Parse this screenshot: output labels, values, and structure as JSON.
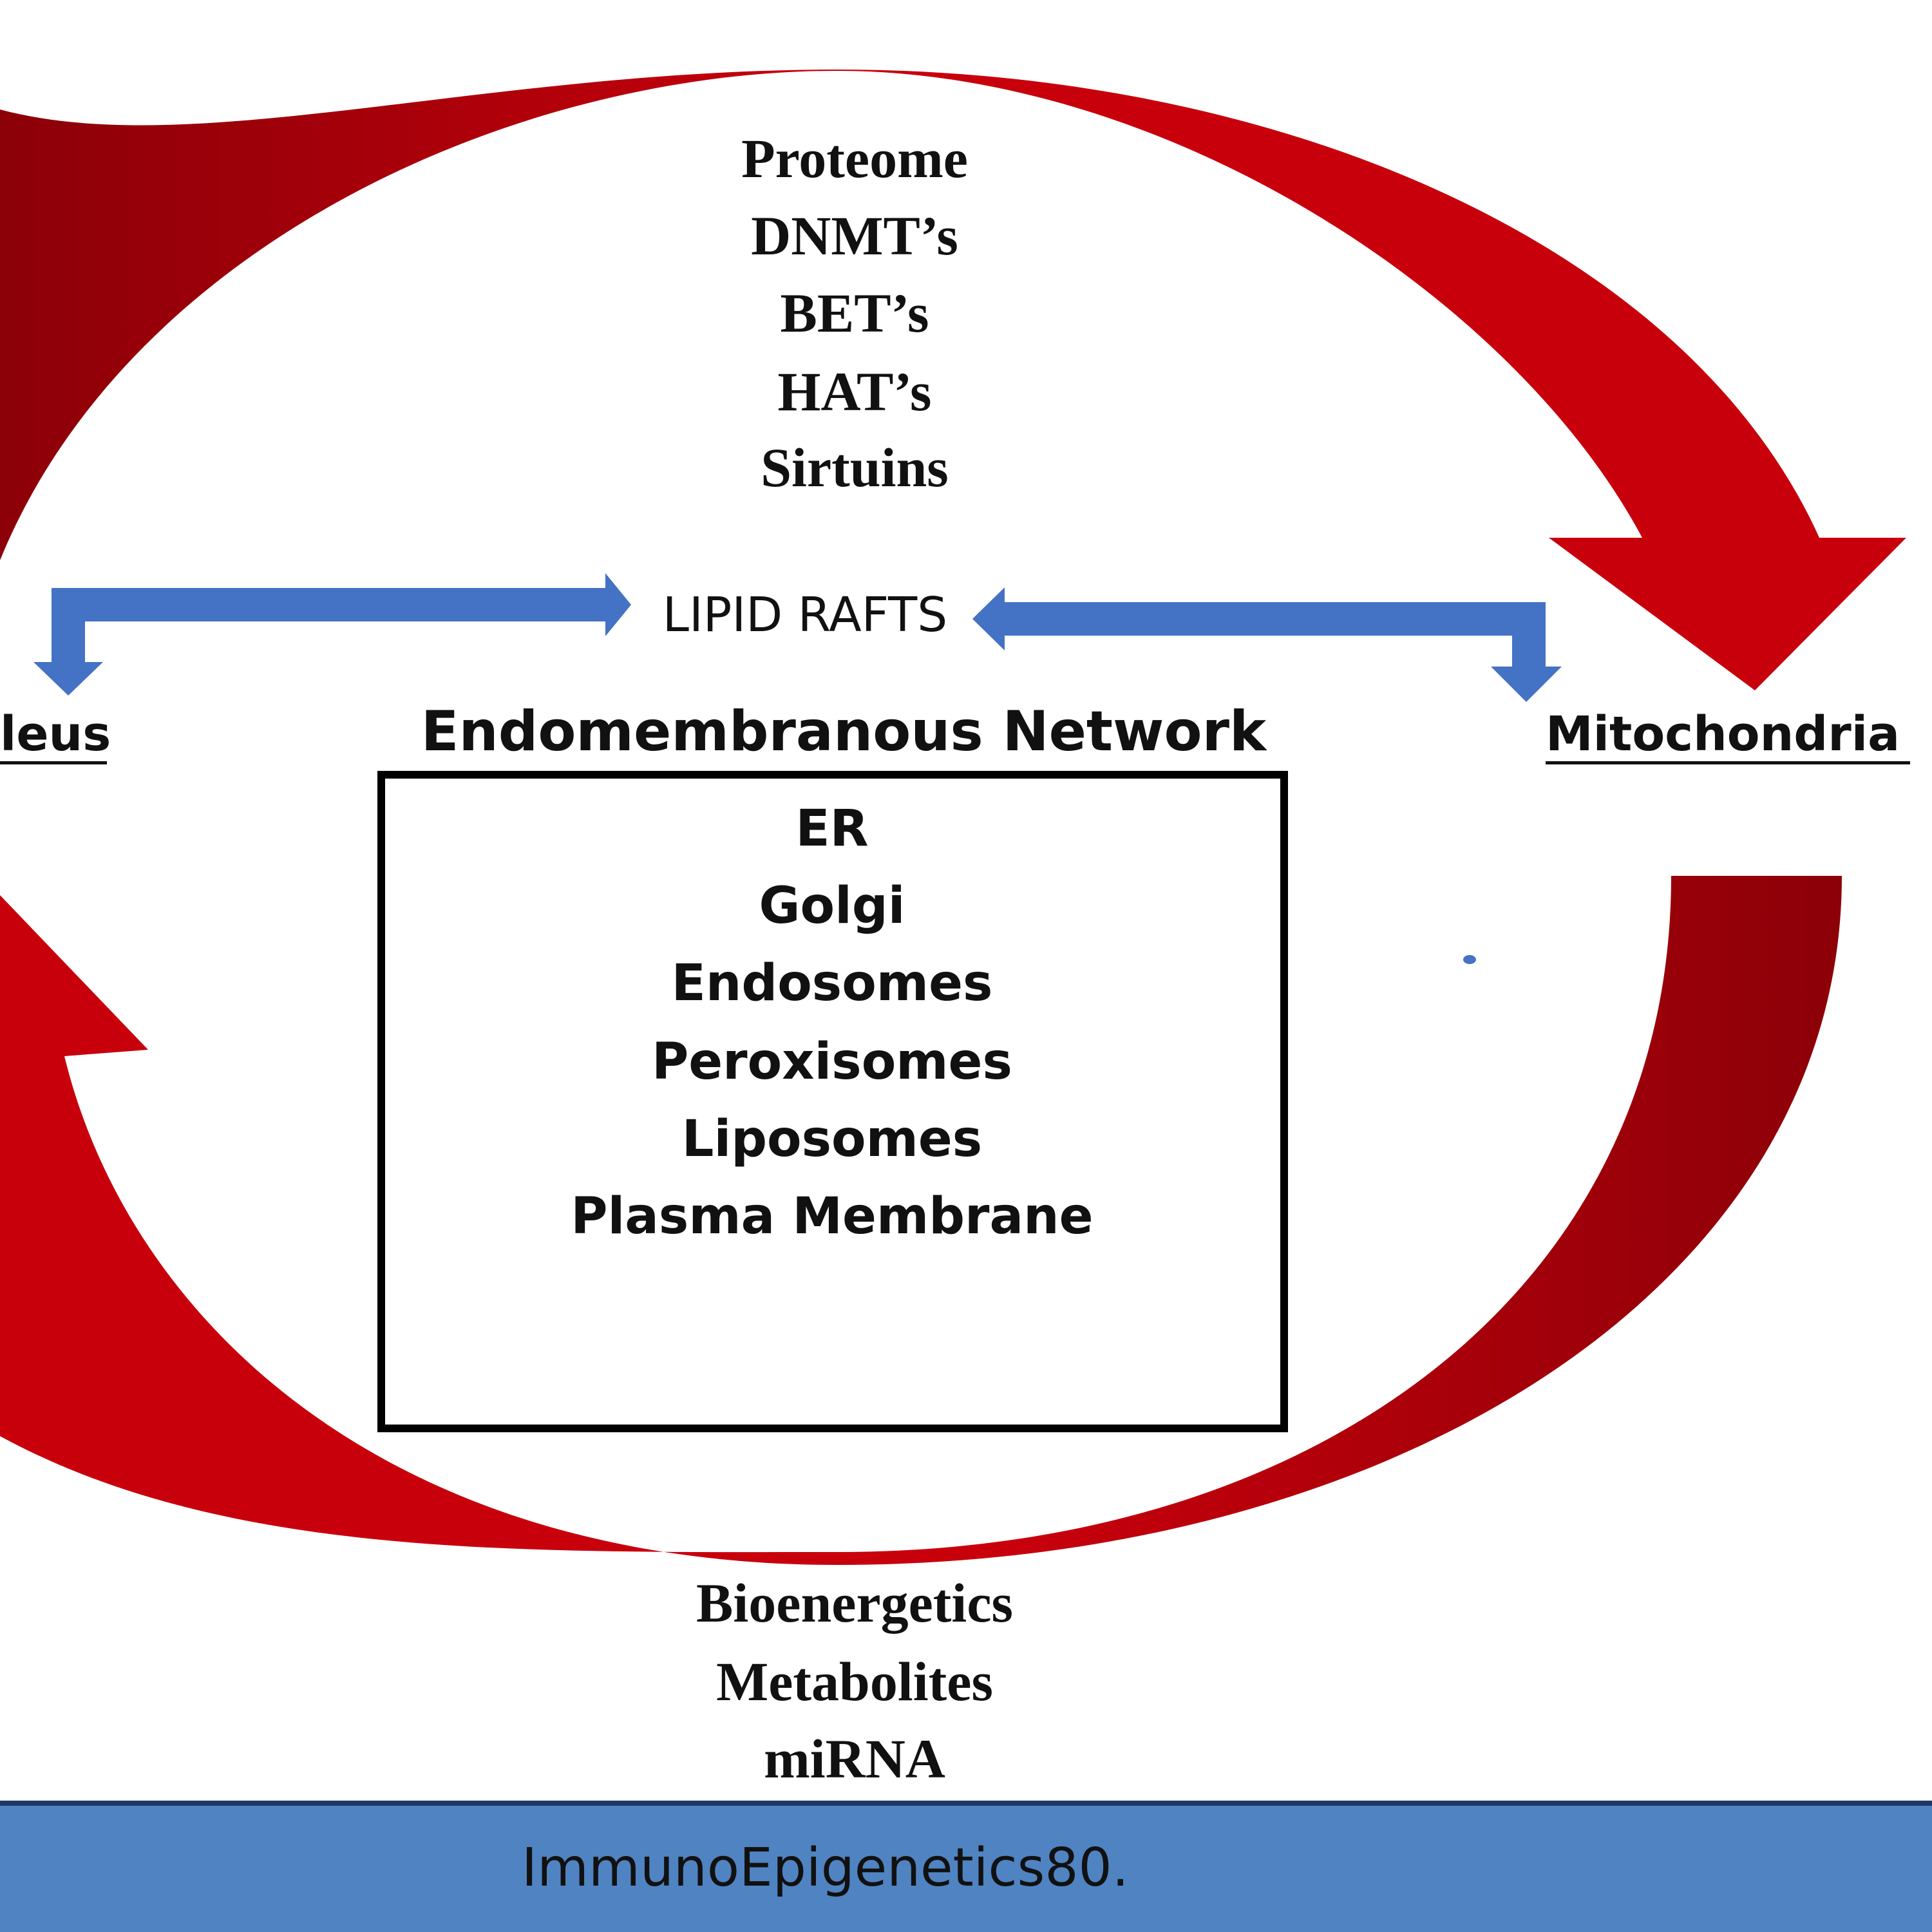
{
  "top_list": [
    "Proteome",
    "DNMT’s",
    "BET’s",
    "HAT’s",
    "Sirtuins"
  ],
  "lipid_rafts_label": "LIPID RAFTS",
  "nucleus_label": "leus",
  "mitochondria_label": "Mitochondria",
  "network_title": "Endomembranous Network",
  "network_items": [
    "ER",
    "Golgi",
    "Endosomes",
    "Peroxisomes",
    "Liposomes",
    "Plasma Membrane"
  ],
  "bottom_list": [
    "Bioenergetics",
    "Metabolites",
    "miRNA"
  ],
  "footer_text": "ImmunoEpigenetics80.",
  "colors": {
    "arrow_red_light": "#c8000c",
    "arrow_red_dark": "#8c0008",
    "arrow_blue": "#4472c4",
    "footer_band": "#5083c1",
    "footer_line": "#1f3864"
  }
}
